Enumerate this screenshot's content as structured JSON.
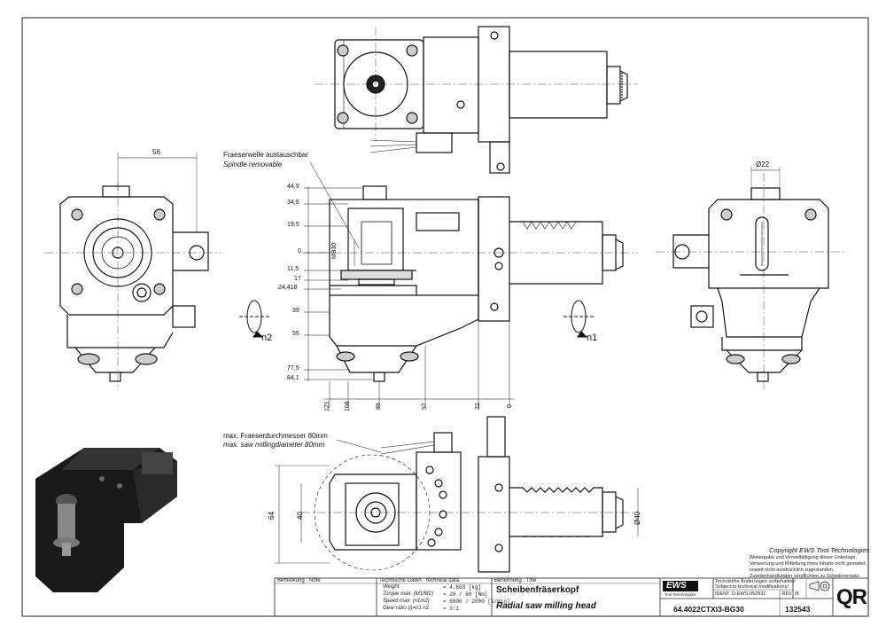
{
  "views": {
    "side_left": {
      "dim_top": "56"
    },
    "front": {
      "label_spindle_de": "Fraeserwelle austauschbar",
      "label_spindle_en": "Spindle removable",
      "mb_label": "MB30",
      "dims_vertical": [
        "44,9",
        "34,5",
        "19,5",
        "0",
        "11,5",
        "17",
        "24,418",
        "39",
        "55",
        "77,5",
        "84,1"
      ],
      "dims_horizontal": [
        "121",
        "108",
        "89",
        "57",
        "22",
        "0"
      ],
      "rotation_n2": "n2",
      "rotation_n1": "n1"
    },
    "side_right": {
      "dim_top": "Ø22"
    },
    "bottom": {
      "label_dia_de": "max. Fraeserdurchmesser 80mm",
      "label_dia_en": "max. saw millingdiameter 80mm",
      "dim_64": "64",
      "dim_40": "40",
      "dim_d40": "Ø40"
    }
  },
  "copyright": {
    "line1": "Copyright EWS Tool Technologies",
    "body": "Weitergabe und Vervielfältigung dieser Unterlage, Verwertung und Mitteilung ihres Inhalts nicht gestattet, soweit nicht ausdrücklich zugestanden. Zuwiderhandlungen verpflichten zu Schadenersatz."
  },
  "title_block": {
    "col_remark": "Bemerkung · Note",
    "col_tech": "Technische Daten · technical data",
    "weight_label": "Weight",
    "weight_value": "= 4.663 [kg]",
    "torque_label": "Torque max. (M1/M2)",
    "torque_value": "= 20 / 60 [Nm]",
    "speed_label": "Speed max. (n1/n2)",
    "speed_value": "= 6000 / 2000 [1/min]",
    "gear_label": "Gear ratio (i)=n1:n2",
    "gear_value": "= 3:1",
    "col_title": "Benennung · Title",
    "title_de": "Scheibenfräserkopf",
    "title_en": "Radial saw milling head",
    "logo": "EWS",
    "logo_sub": "Tool Technologies",
    "change_note_de": "Technische Änderungen vorbehalten!",
    "change_note_en": "Subject to technical modifications!",
    "ident": "IDENT. D-EWS-052831",
    "rev": "REV.",
    "rev_value": "/B",
    "part_number": "64.4022CTXI3-BG30",
    "drawing_number": "132543",
    "qr": "QR"
  }
}
